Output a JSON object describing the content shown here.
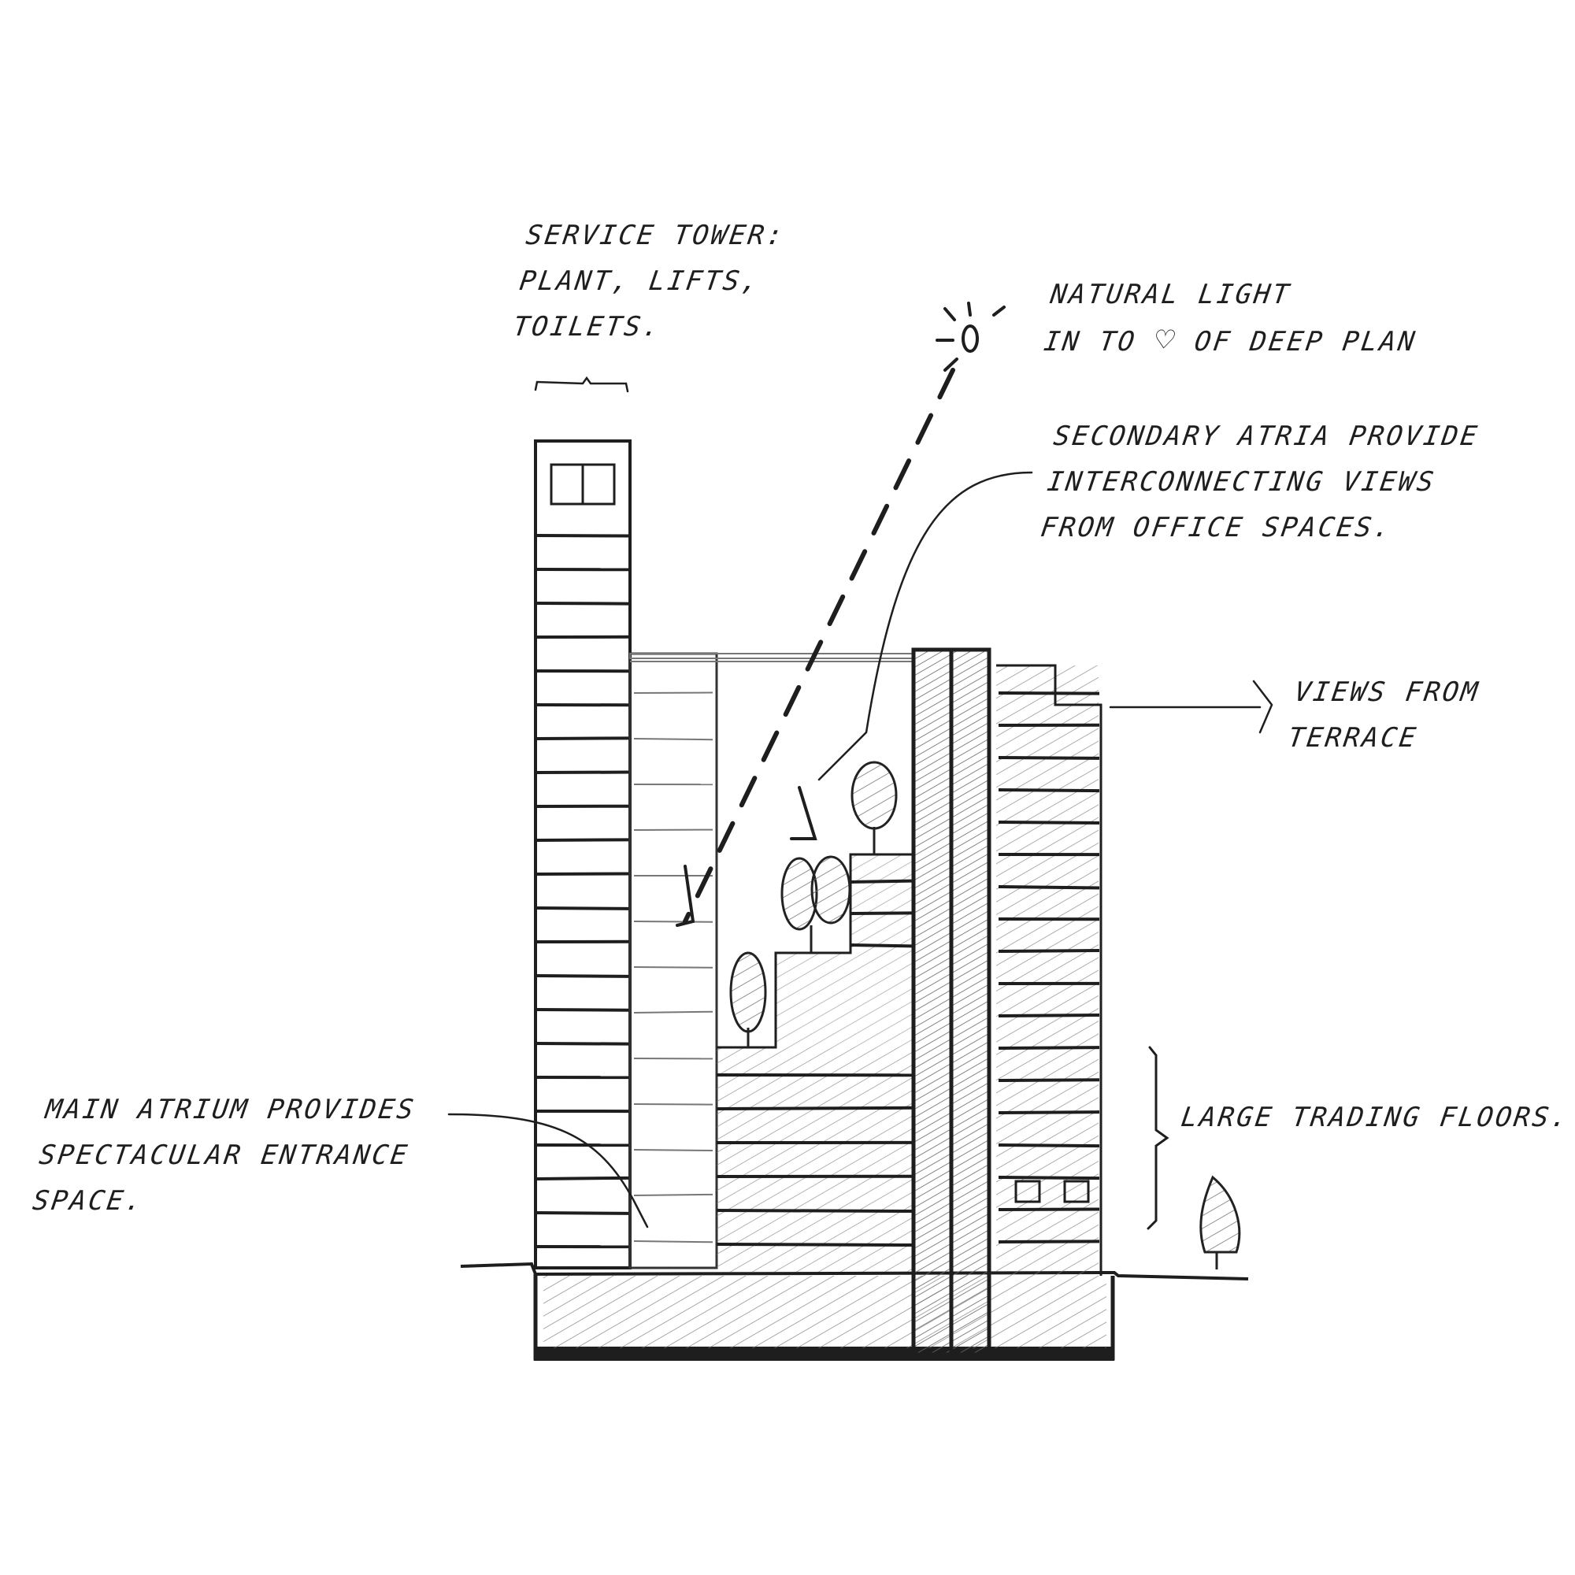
{
  "annotations": {
    "service_tower": [
      "SERVICE TOWER:",
      "PLANT, LIFTS,",
      "TOILETS."
    ],
    "natural_light": [
      "NATURAL LIGHT",
      "IN TO",
      "OF DEEP PLAN"
    ],
    "heart_symbol": "♡",
    "secondary_atria": [
      "SECONDARY ATRIA PROVIDE",
      "INTERCONNECTING VIEWS",
      "FROM OFFICE SPACES."
    ],
    "views_from_terrace": [
      "VIEWS FROM",
      "TERRACE"
    ],
    "main_atrium": [
      "MAIN ATRIUM PROVIDES",
      "SPECTACULAR ENTRANCE",
      "SPACE."
    ],
    "trading_floors": [
      "LARGE TRADING FLOORS."
    ]
  },
  "colors": {
    "ink": "#1e1e1e",
    "graphite": "#555555",
    "paper": "#ffffff"
  }
}
